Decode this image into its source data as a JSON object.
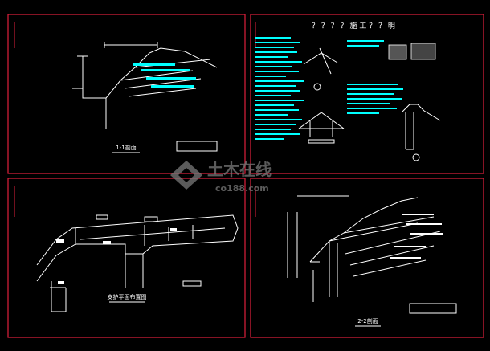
{
  "sheets": {
    "top_left": {
      "caption": "1-1剖面"
    },
    "top_right": {
      "heading": "？ ？ ？ ？ 施 工 ？ ？ 明"
    },
    "bottom_left": {
      "caption": "支护平面布置图"
    },
    "bottom_right": {
      "caption": "2-2剖面"
    }
  },
  "watermark": {
    "brand": "土木在线",
    "site": "co188.com"
  },
  "colors": {
    "frame": "#e0203c",
    "line": "#ffffff",
    "text": "#00ffff",
    "accent": "#ffff00",
    "watermark": "#7a7a7a"
  }
}
